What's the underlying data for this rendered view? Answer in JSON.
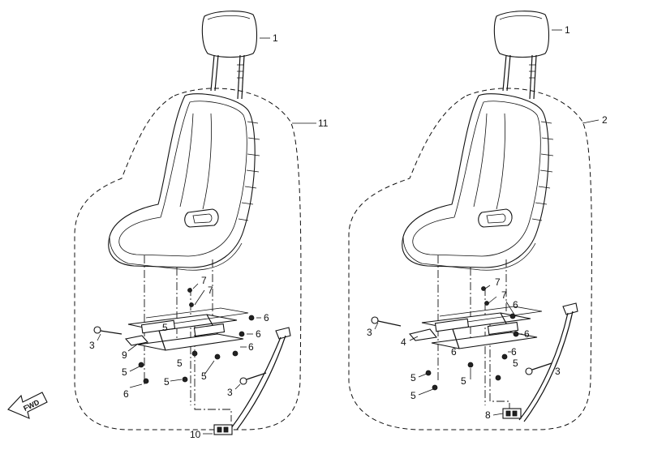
{
  "diagram": {
    "fwd_label": "FWD",
    "left_seat": {
      "callouts": {
        "headrest": "1",
        "assembly": "11",
        "bolt_left": "3",
        "bolt_right": "3",
        "bracket": "9",
        "nut_a": "5",
        "nut_b": "5",
        "nut_c": "5",
        "nut_d": "5",
        "nut_e": "5",
        "screw_a": "7",
        "screw_b": "7",
        "washer_a": "6",
        "washer_b": "6",
        "washer_c": "6",
        "washer_d": "6",
        "latch": "10"
      }
    },
    "right_seat": {
      "callouts": {
        "headrest": "1",
        "assembly": "2",
        "bolt_left": "3",
        "bolt_right": "3",
        "bracket": "4",
        "nut_a": "5",
        "nut_b": "5",
        "nut_c": "5",
        "nut_d": "5",
        "screw_a": "7",
        "screw_b": "7",
        "washer_a": "6",
        "washer_b": "6",
        "washer_c": "6",
        "washer_d": "6",
        "latch": "8"
      }
    }
  }
}
